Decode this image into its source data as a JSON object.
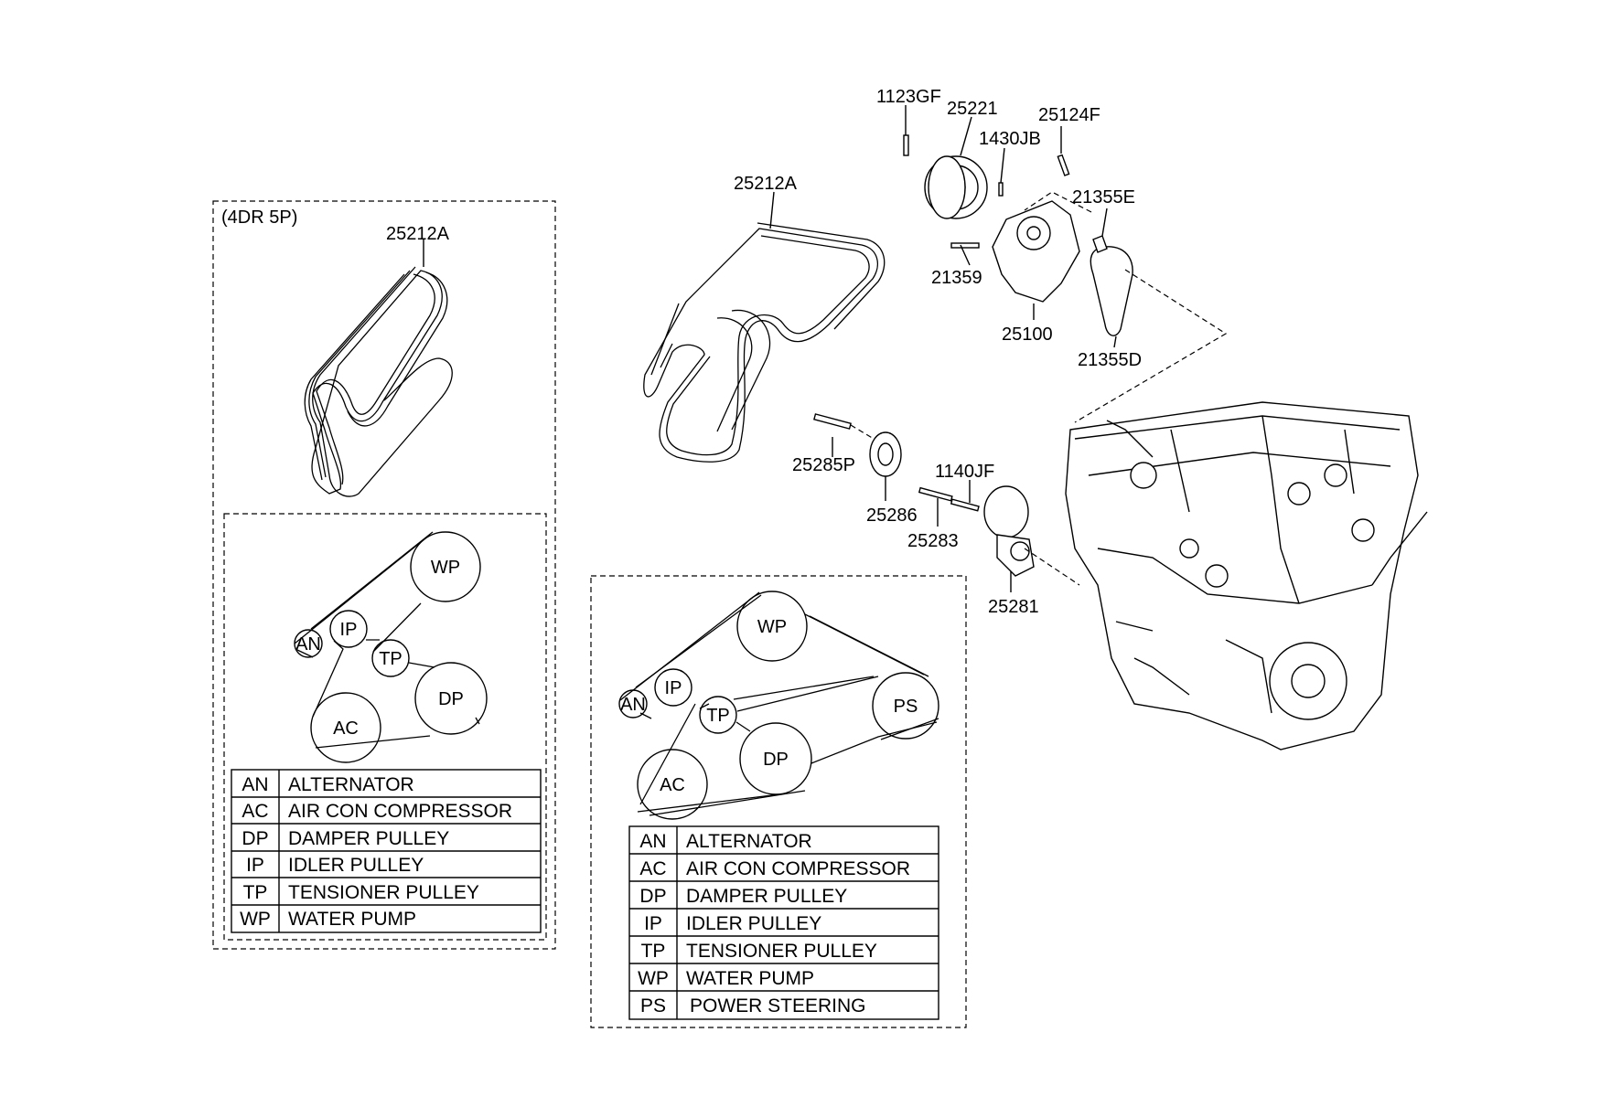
{
  "variant_label": "(4DR 5P)",
  "part_labels": {
    "p_1123GF": "1123GF",
    "p_25221": "25221",
    "p_25124F": "25124F",
    "p_1430JB": "1430JB",
    "p_21355E": "21355E",
    "p_25212A_main": "25212A",
    "p_25212A_box": "25212A",
    "p_21359": "21359",
    "p_25100": "25100",
    "p_21355D": "21355D",
    "p_25285P": "25285P",
    "p_1140JF": "1140JF",
    "p_25286": "25286",
    "p_25283": "25283",
    "p_25281": "25281"
  },
  "pulleys_5p": [
    "WP",
    "IP",
    "AN",
    "TP",
    "DP",
    "AC"
  ],
  "pulleys_6p": [
    "WP",
    "IP",
    "AN",
    "TP",
    "PS",
    "DP",
    "AC"
  ],
  "legend_5p": [
    {
      "code": "AN",
      "name": "ALTERNATOR"
    },
    {
      "code": "AC",
      "name": "AIR CON COMPRESSOR"
    },
    {
      "code": "DP",
      "name": "DAMPER PULLEY"
    },
    {
      "code": "IP",
      "name": "IDLER PULLEY"
    },
    {
      "code": "TP",
      "name": "TENSIONER PULLEY"
    },
    {
      "code": "WP",
      "name": "WATER PUMP"
    }
  ],
  "legend_6p": [
    {
      "code": "AN",
      "name": "ALTERNATOR"
    },
    {
      "code": "AC",
      "name": "AIR CON COMPRESSOR"
    },
    {
      "code": "DP",
      "name": "DAMPER PULLEY"
    },
    {
      "code": "IP",
      "name": "IDLER PULLEY"
    },
    {
      "code": "TP",
      "name": "TENSIONER PULLEY"
    },
    {
      "code": "WP",
      "name": "WATER PUMP"
    },
    {
      "code": "PS",
      "name": "POWER STEERING"
    }
  ]
}
